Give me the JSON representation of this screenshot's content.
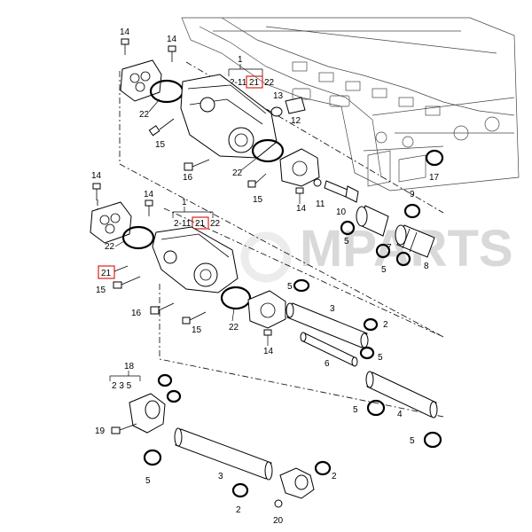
{
  "watermark": {
    "text": "MPARTS"
  },
  "upper_group": {
    "bracket_title": "1",
    "range_label": "2-11",
    "ref_a": "21",
    "ref_b": "22"
  },
  "middle_group": {
    "bracket_title": "1",
    "range_label": "2-11",
    "ref_a": "21",
    "ref_b": "22"
  },
  "lower_group": {
    "bracket_title": "18",
    "sub_label": "2 3 5"
  },
  "callouts": {
    "c14_a": "14",
    "c14_b": "14",
    "c22_a": "22",
    "c13": "13",
    "c12": "12",
    "c15_a": "15",
    "c22_b": "22",
    "c16_a": "16",
    "c15_b": "15",
    "c14_c": "14",
    "c11": "11",
    "c10": "10",
    "c17": "17",
    "c9": "9",
    "c7": "7",
    "c5_a": "5",
    "c5_b": "5",
    "c8": "8",
    "c14_d": "14",
    "c14_e": "14",
    "c22_c": "22",
    "c21_side": "21",
    "c15_c": "15",
    "c16_b": "16",
    "c15_d": "15",
    "c22_d": "22",
    "c14_f": "14",
    "c5_c": "5",
    "c3_a": "3",
    "c2_a": "2",
    "c6": "6",
    "c5_d": "5",
    "c4": "4",
    "c5_e": "5",
    "c19": "19",
    "c5_f": "5",
    "c3_b": "3",
    "c2_b": "2",
    "c2_c": "2",
    "c20": "20"
  }
}
